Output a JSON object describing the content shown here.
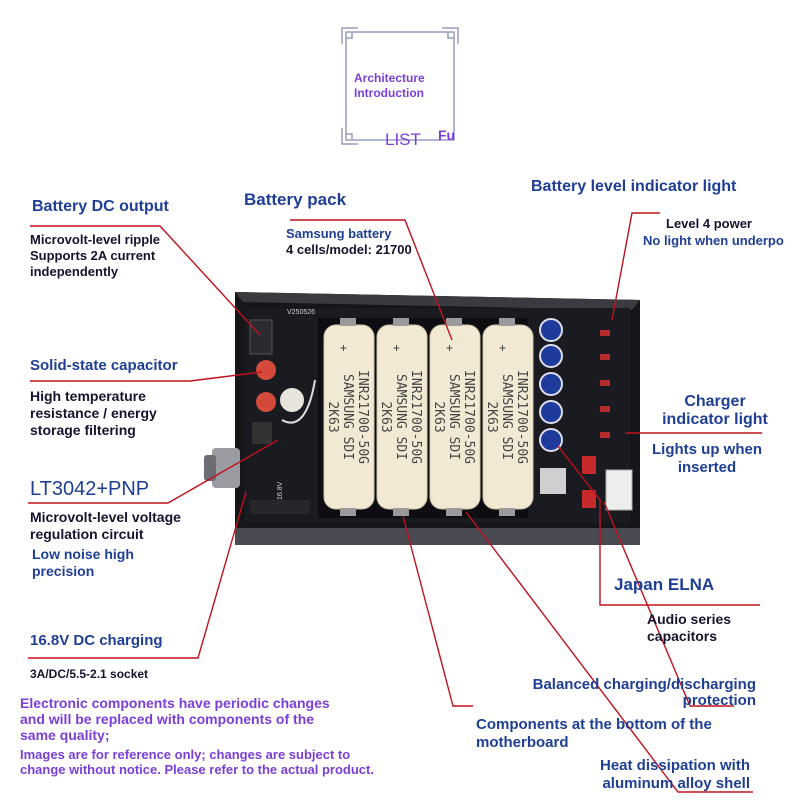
{
  "header": {
    "title_line1": "Architecture",
    "title_line2": "Introduction",
    "list_label": "LIST",
    "fu_label": "Fu"
  },
  "callouts": {
    "dc_output": {
      "title": "Battery DC output",
      "line1": "Microvolt-level ripple",
      "line2": "Supports 2A current",
      "line3": "independently"
    },
    "battery_pack": {
      "title": "Battery pack",
      "line1": "Samsung battery",
      "line2": "4 cells/model: 21700"
    },
    "level_light": {
      "title": "Battery level indicator light",
      "line1": "Level 4 power",
      "line2": "No light when underpo"
    },
    "capacitor": {
      "title": "Solid-state capacitor",
      "line1": "High temperature",
      "line2": "resistance / energy",
      "line3": "storage filtering"
    },
    "charger_light": {
      "title_line1": "Charger",
      "title_line2": "indicator light",
      "line1": "Lights up when",
      "line2": "inserted"
    },
    "lt3042": {
      "title": "LT3042+PNP",
      "line1": "Microvolt-level voltage",
      "line2": "regulation circuit",
      "line3": "Low noise high",
      "line4": "precision"
    },
    "elna": {
      "title": "Japan ELNA",
      "line1": "Audio series",
      "line2": "capacitors"
    },
    "charging": {
      "title": "16.8V DC charging",
      "line1": "3A/DC/5.5-2.1 socket"
    },
    "balanced": {
      "line1": "Balanced charging/discharging",
      "line2": "protection"
    },
    "bottom_components": {
      "line1": "Components at the bottom of the",
      "line2": "motherboard"
    },
    "heat": {
      "line1": "Heat dissipation with",
      "line2": "aluminum alloy shell"
    }
  },
  "notice": {
    "line1": "Electronic components have periodic changes",
    "line2": "and will be replaced with components of the",
    "line3": "same quality;",
    "line4": "Images are for reference only; changes are subject to",
    "line5": "change without notice. Please refer to the actual product."
  },
  "battery_cells": [
    {
      "model": "INR21700-50G",
      "brand": "SAMSUNG SDI",
      "code": "2K63"
    },
    {
      "model": "INR21700-50G",
      "brand": "SAMSUNG SDI",
      "code": "2K63"
    },
    {
      "model": "INR21700-50G",
      "brand": "SAMSUNG SDI",
      "code": "2K63"
    },
    {
      "model": "INR21700-50G",
      "brand": "SAMSUNG SDI",
      "code": "2K63"
    }
  ],
  "pcb_text": {
    "voltage": "16.8V",
    "board_id": "V250526"
  },
  "colors": {
    "title_blue": "#1f3f95",
    "text_dark": "#14142e",
    "notice_purple": "#7b3fd8",
    "leader_line": "#c0121e",
    "frame": "#9a9cc0"
  }
}
